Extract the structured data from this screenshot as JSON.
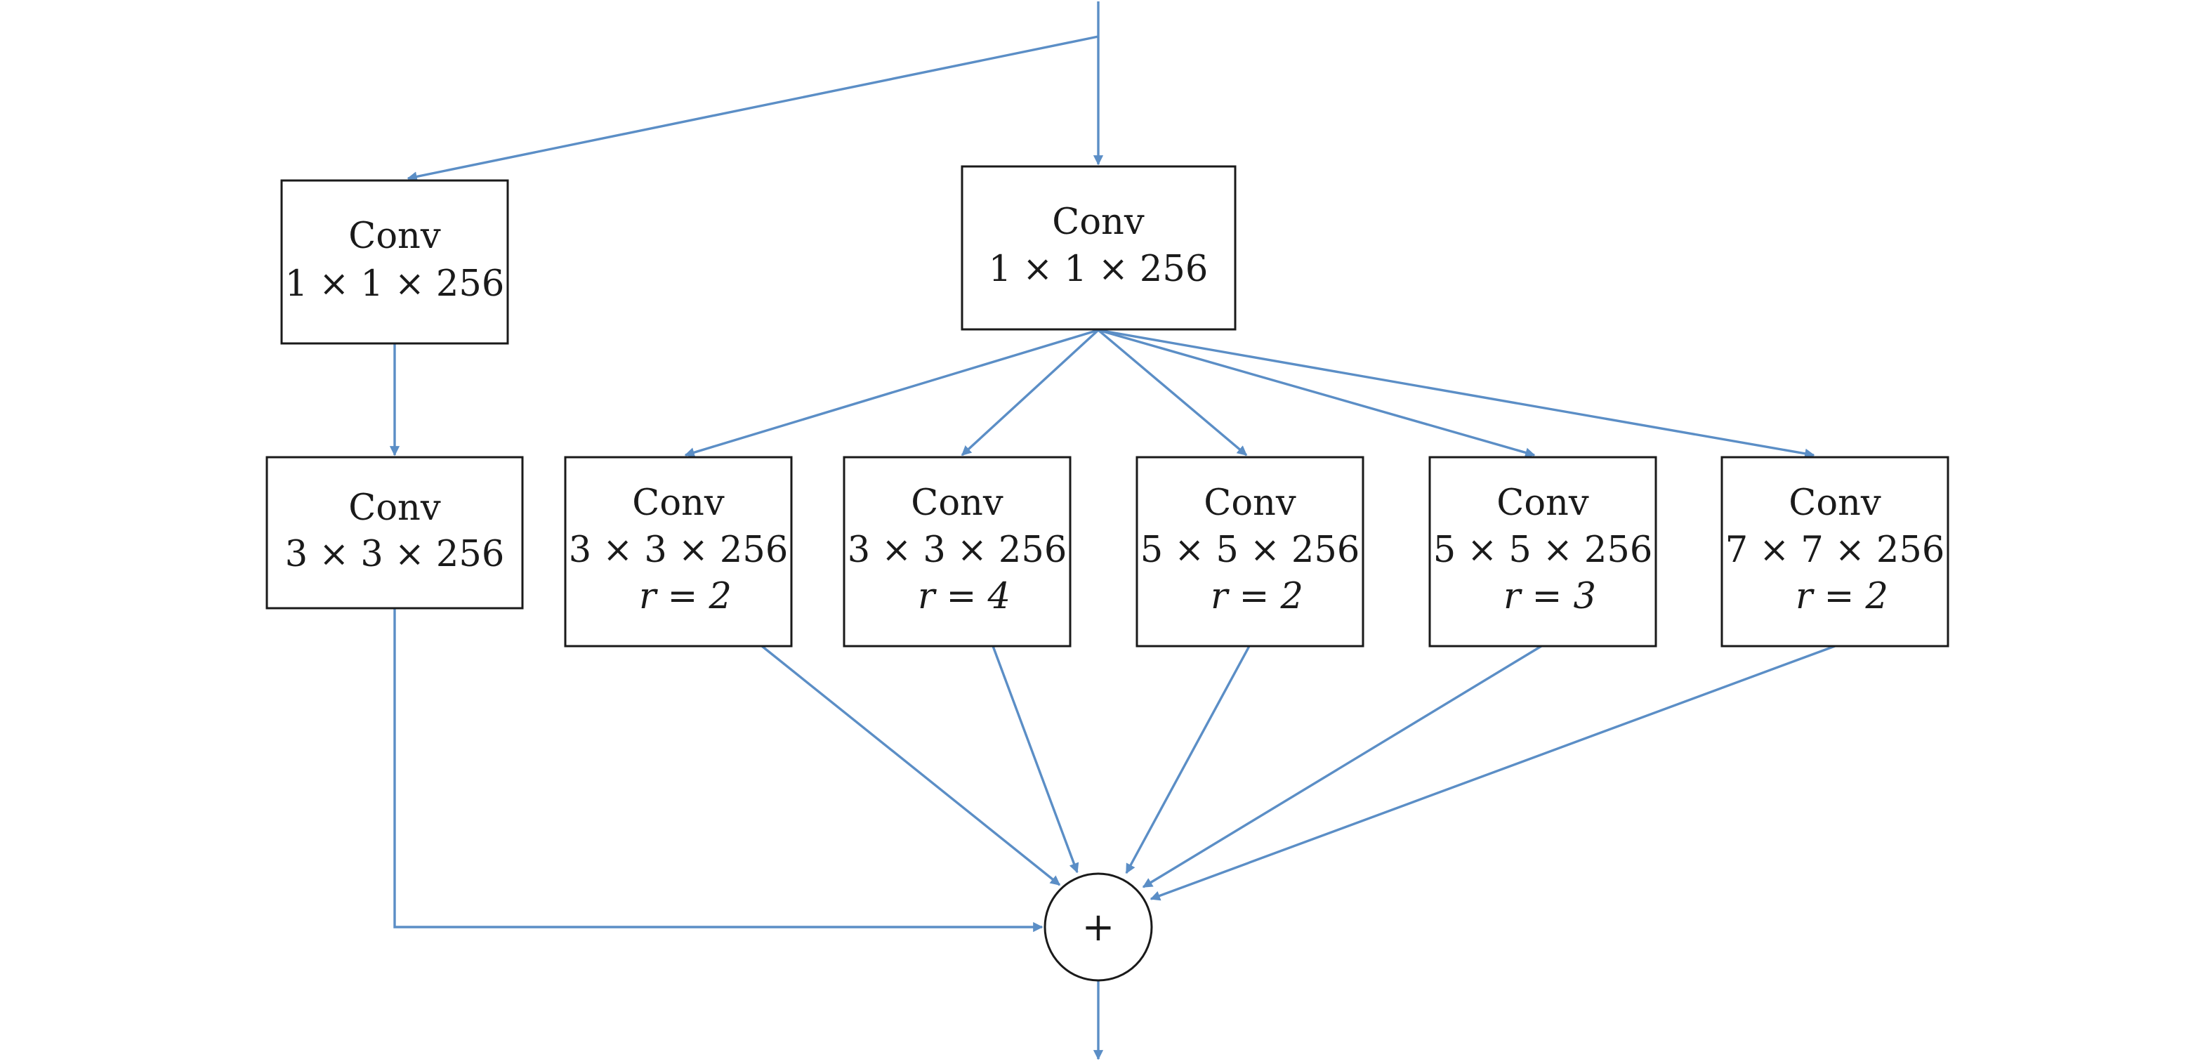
{
  "colors": {
    "arrow": "#5b8ec6",
    "box_stroke": "#1a1a1a",
    "background": "#ffffff"
  },
  "nodes": {
    "left_conv1": {
      "title": "Conv",
      "size": "1 × 1 × 256"
    },
    "left_conv3": {
      "title": "Conv",
      "size": "3 × 3 × 256"
    },
    "center_conv1": {
      "title": "Conv",
      "size": "1 × 1 × 256"
    },
    "branch_1": {
      "title": "Conv",
      "size": "3 × 3 × 256",
      "rate": "r = 2"
    },
    "branch_2": {
      "title": "Conv",
      "size": "3 × 3 × 256",
      "rate": "r = 4"
    },
    "branch_3": {
      "title": "Conv",
      "size": "5 × 5 × 256",
      "rate": "r = 2"
    },
    "branch_4": {
      "title": "Conv",
      "size": "5 × 5 × 256",
      "rate": "r = 3"
    },
    "branch_5": {
      "title": "Conv",
      "size": "7 × 7 × 256",
      "rate": "r = 2"
    },
    "sum": {
      "symbol": "+"
    }
  }
}
